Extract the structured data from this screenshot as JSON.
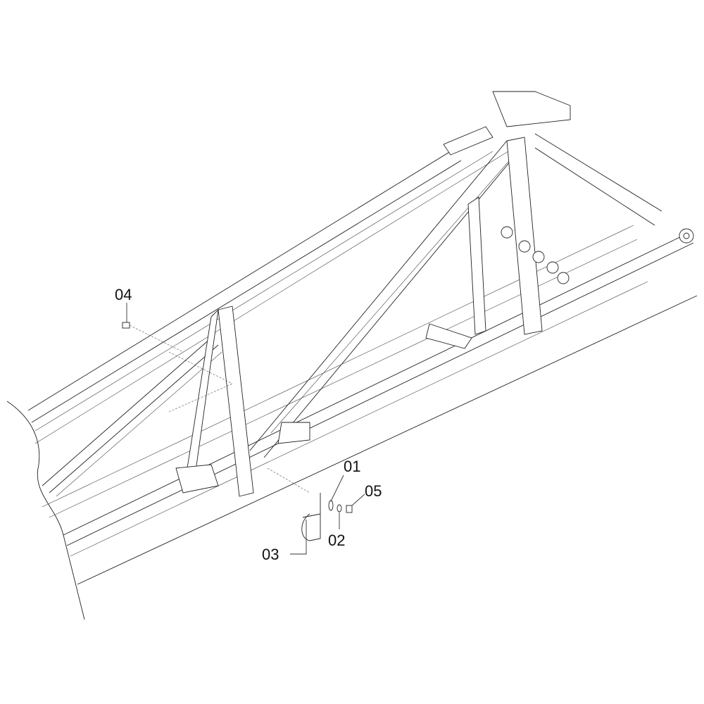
{
  "diagram": {
    "type": "exploded parts drawing",
    "callouts": [
      {
        "id": "04",
        "label": "04"
      },
      {
        "id": "01",
        "label": "01"
      },
      {
        "id": "05",
        "label": "05"
      },
      {
        "id": "03",
        "label": "03"
      },
      {
        "id": "02",
        "label": "02"
      }
    ]
  }
}
